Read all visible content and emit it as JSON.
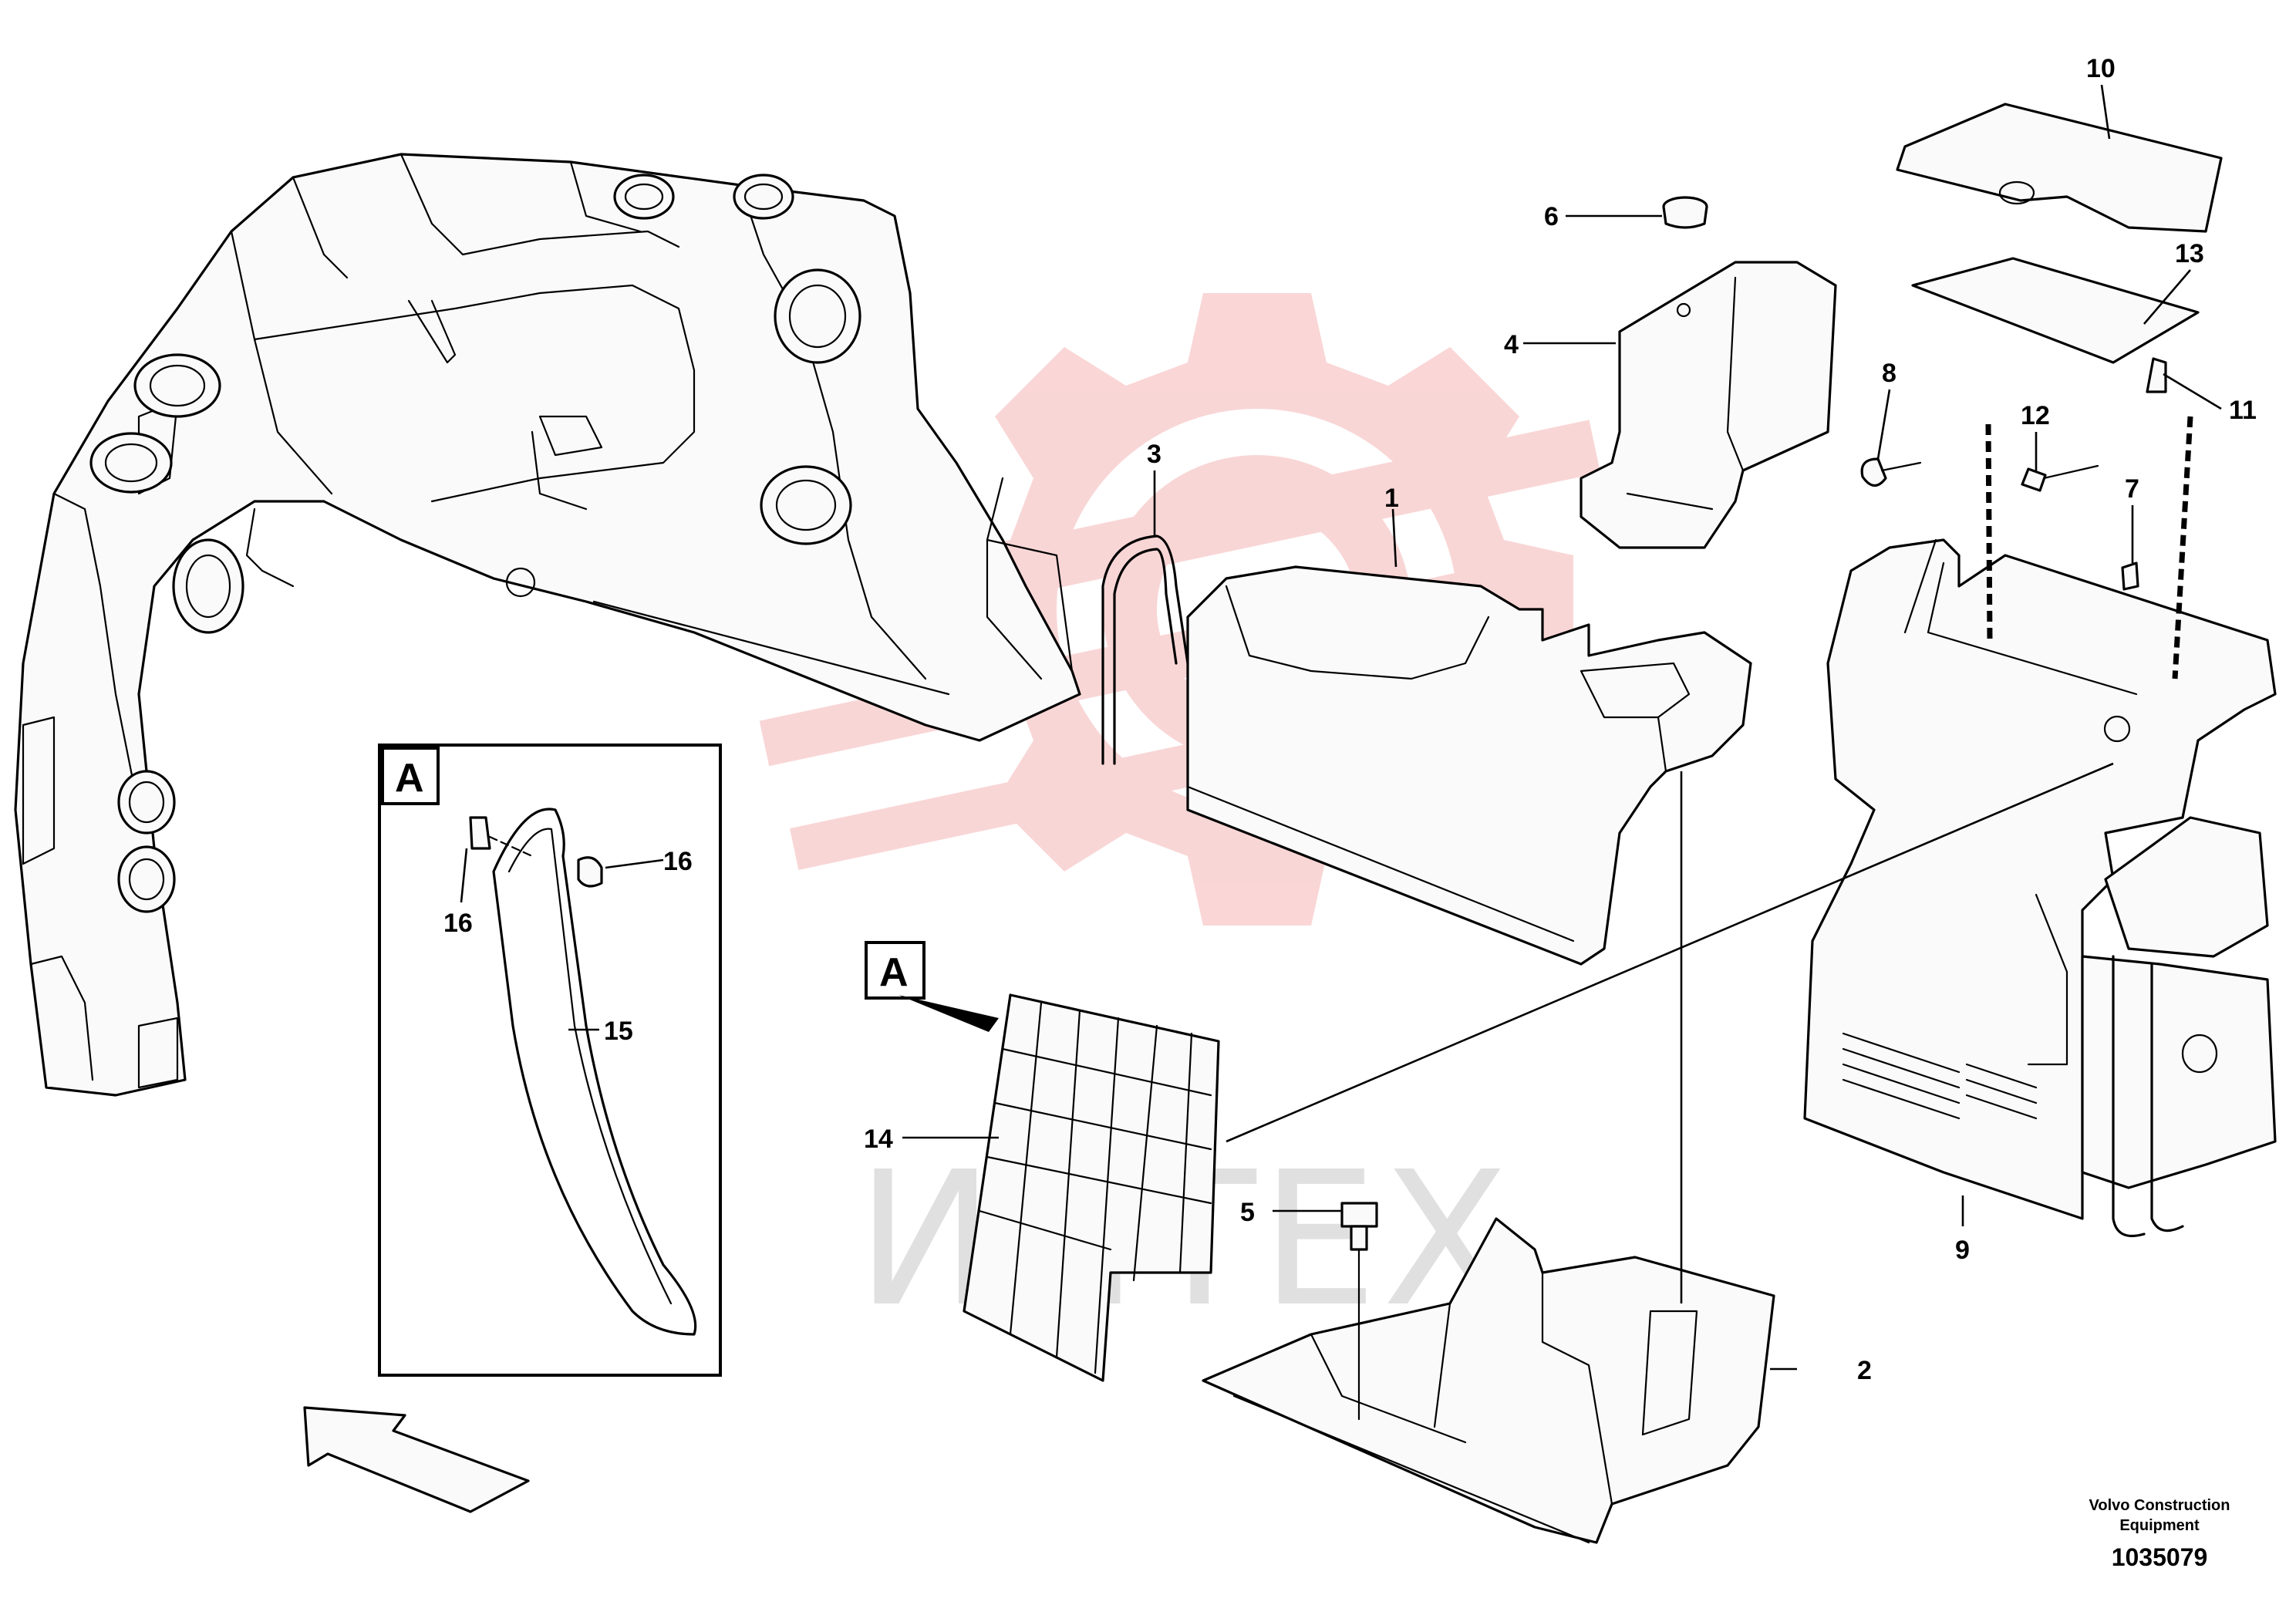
{
  "labels": [
    {
      "id": "1",
      "text": "1"
    },
    {
      "id": "2",
      "text": "2"
    },
    {
      "id": "3",
      "text": "3"
    },
    {
      "id": "4",
      "text": "4"
    },
    {
      "id": "5",
      "text": "5"
    },
    {
      "id": "6",
      "text": "6"
    },
    {
      "id": "7",
      "text": "7"
    },
    {
      "id": "8",
      "text": "8"
    },
    {
      "id": "9",
      "text": "9"
    },
    {
      "id": "10",
      "text": "10"
    },
    {
      "id": "11",
      "text": "11"
    },
    {
      "id": "12",
      "text": "12"
    },
    {
      "id": "13",
      "text": "13"
    },
    {
      "id": "14",
      "text": "14"
    },
    {
      "id": "15",
      "text": "15"
    },
    {
      "id": "16a",
      "text": "16"
    },
    {
      "id": "16b",
      "text": "16"
    }
  ],
  "detail": {
    "letter": "A",
    "callout_letter": "A"
  },
  "footer": {
    "line1": "Volvo Construction",
    "line2": "Equipment",
    "code": "1035079"
  },
  "watermark": {
    "text": "ИНТЕХ",
    "gear_color": "#f5b5b5",
    "text_color": "#d9d9d9"
  }
}
